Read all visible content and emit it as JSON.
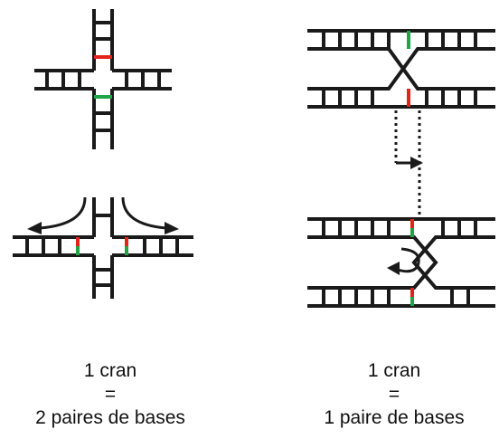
{
  "colors": {
    "strand": "#1a1a1a",
    "red": "#e32219",
    "green": "#1ea547"
  },
  "captions": {
    "left": {
      "line1": "1 cran",
      "line2": "=",
      "line3": "2 paires de bases"
    },
    "right": {
      "line1": "1 cran",
      "line2": "=",
      "line3": "1 paire de bases"
    }
  }
}
